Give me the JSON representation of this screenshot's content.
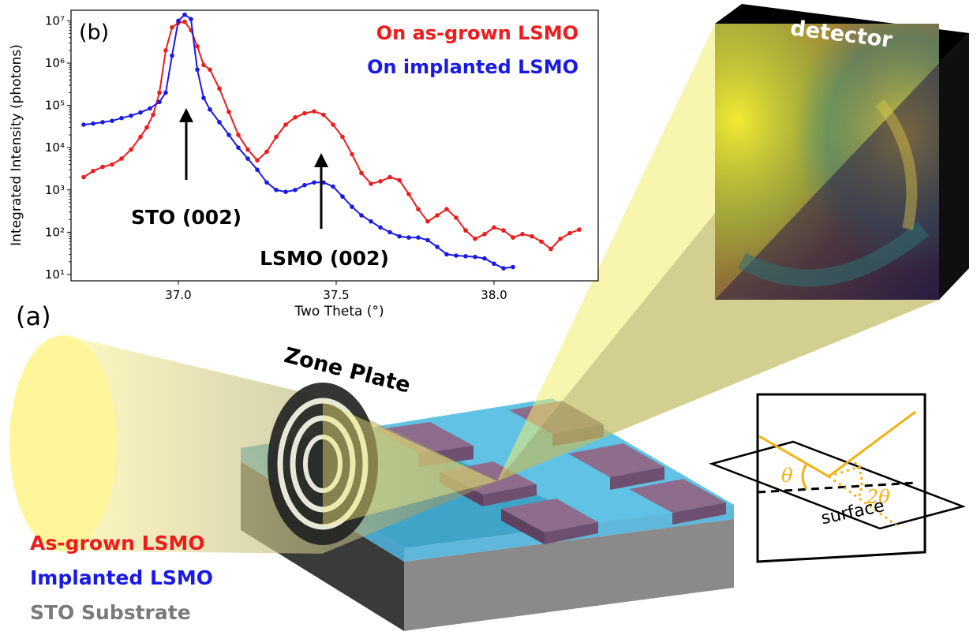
{
  "panel_b_label": "(b)",
  "panel_a_label": "(a)",
  "annotations": {
    "sto_peak": "STO (002)",
    "lsmo_peak": "LSMO (002)"
  },
  "labels": {
    "detector": "detector",
    "zone_plate": "Zone Plate",
    "surface": "surface",
    "theta": "θ",
    "two_theta": "2θ"
  },
  "layer_legend": [
    {
      "name": "As-grown LSMO",
      "color": "#ee1c1c"
    },
    {
      "name": "Implanted LSMO",
      "color": "#1a1ae6"
    },
    {
      "name": "STO Substrate",
      "color": "#7a7a7a"
    }
  ],
  "colors": {
    "red_series": "#ee1c1c",
    "blue_series": "#1a1ae6",
    "beam": "#fff59a",
    "film": "#7fd3f0",
    "islands": "#8a6a8c",
    "substrate_front": "#3c3c3c",
    "substrate_side": "#8a8a8a",
    "geometry_lines": "#f2b114"
  },
  "chart_data": {
    "type": "line",
    "title": "",
    "xlabel": "Two Theta (°)",
    "ylabel": "Integrated Intensity (photons)",
    "xlim": [
      36.66,
      38.33
    ],
    "ylim_log10": [
      0.85,
      7.25
    ],
    "yscale": "log",
    "x_ticks": [
      "37.0",
      "37.5",
      "38.0"
    ],
    "x_tick_values": [
      37.0,
      37.5,
      38.0
    ],
    "y_ticks": [
      "10¹",
      "10²",
      "10³",
      "10⁴",
      "10⁵",
      "10⁶",
      "10⁷"
    ],
    "y_tick_exponents": [
      1,
      2,
      3,
      4,
      5,
      6,
      7
    ],
    "legend_position": "top-right",
    "series": [
      {
        "name": "On as-grown LSMO",
        "color": "#ee1c1c",
        "x": [
          36.7,
          36.73,
          36.76,
          36.79,
          36.82,
          36.85,
          36.88,
          36.9,
          36.92,
          36.94,
          36.96,
          36.98,
          37.0,
          37.02,
          37.04,
          37.06,
          37.08,
          37.1,
          37.13,
          37.16,
          37.19,
          37.22,
          37.25,
          37.28,
          37.31,
          37.34,
          37.37,
          37.4,
          37.43,
          37.46,
          37.49,
          37.52,
          37.55,
          37.58,
          37.61,
          37.64,
          37.67,
          37.7,
          37.73,
          37.76,
          37.79,
          37.82,
          37.85,
          37.88,
          37.91,
          37.94,
          37.97,
          38.0,
          38.03,
          38.06,
          38.09,
          38.12,
          38.15,
          38.18,
          38.21,
          38.24,
          38.27
        ],
        "y": [
          2000,
          2800,
          3500,
          4000,
          5500,
          9000,
          18000,
          30000,
          60000,
          200000,
          2000000,
          7000000,
          9000000,
          9500000,
          6000000,
          2500000,
          900000,
          700000,
          250000,
          70000,
          20000,
          9000,
          5000,
          8000,
          18000,
          35000,
          52000,
          65000,
          72000,
          60000,
          35000,
          18000,
          7000,
          2500,
          1400,
          1600,
          2000,
          1700,
          800,
          350,
          180,
          250,
          350,
          220,
          110,
          70,
          90,
          130,
          110,
          75,
          90,
          80,
          60,
          40,
          70,
          95,
          115
        ]
      },
      {
        "name": "On implanted LSMO",
        "color": "#1a1ae6",
        "x": [
          36.7,
          36.73,
          36.76,
          36.79,
          36.82,
          36.85,
          36.88,
          36.91,
          36.94,
          36.96,
          36.98,
          37.0,
          37.02,
          37.04,
          37.06,
          37.08,
          37.1,
          37.13,
          37.16,
          37.19,
          37.22,
          37.25,
          37.28,
          37.31,
          37.34,
          37.37,
          37.4,
          37.43,
          37.46,
          37.49,
          37.52,
          37.55,
          37.58,
          37.61,
          37.64,
          37.67,
          37.7,
          37.73,
          37.76,
          37.79,
          37.82,
          37.85,
          37.88,
          37.91,
          37.94,
          37.97,
          38.0,
          38.03,
          38.06
        ],
        "y": [
          35000,
          37000,
          40000,
          43000,
          50000,
          57000,
          68000,
          85000,
          120000,
          200000,
          1500000,
          10000000,
          14000000,
          11000000,
          700000,
          150000,
          80000,
          40000,
          20000,
          10000,
          5500,
          3000,
          1500,
          1000,
          900,
          1000,
          1300,
          1500,
          1500,
          1200,
          700,
          400,
          250,
          180,
          130,
          100,
          80,
          75,
          75,
          65,
          45,
          30,
          28,
          27,
          26,
          24,
          18,
          14,
          15
        ]
      }
    ]
  }
}
